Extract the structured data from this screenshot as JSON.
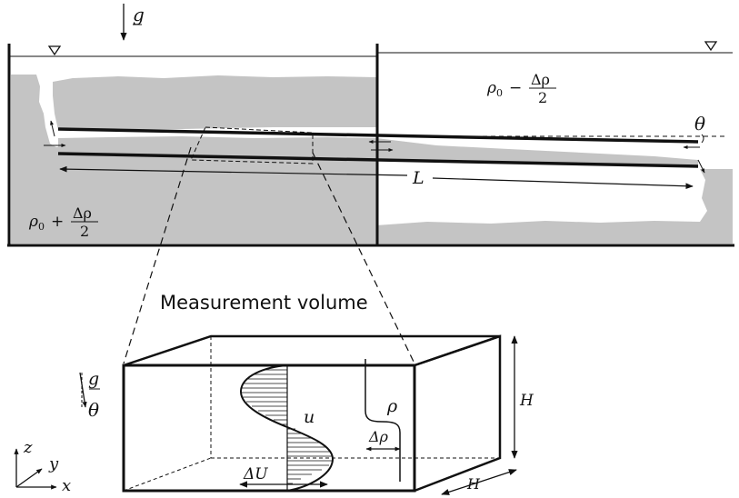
{
  "labels": {
    "gravity_top": "g",
    "rho_right_base": "ρ",
    "rho_right_sub": "0",
    "rho_right_op": "−",
    "rho_right_num": "Δρ",
    "rho_right_den": "2",
    "rho_left_base": "ρ",
    "rho_left_sub": "0",
    "rho_left_op": "+",
    "rho_left_num": "Δρ",
    "rho_left_den": "2",
    "theta_tube": "θ",
    "length": "L",
    "measurement_volume": "Measurement volume",
    "gravity_small": "g",
    "theta_small": "θ",
    "velocity": "u",
    "density": "ρ",
    "delta_rho": "Δρ",
    "delta_u": "ΔU",
    "height": "H",
    "width": "H",
    "axis_z": "z",
    "axis_y": "y",
    "axis_x": "x"
  },
  "colors": {
    "fluid": "#c4c4c4",
    "ink": "#111111"
  }
}
